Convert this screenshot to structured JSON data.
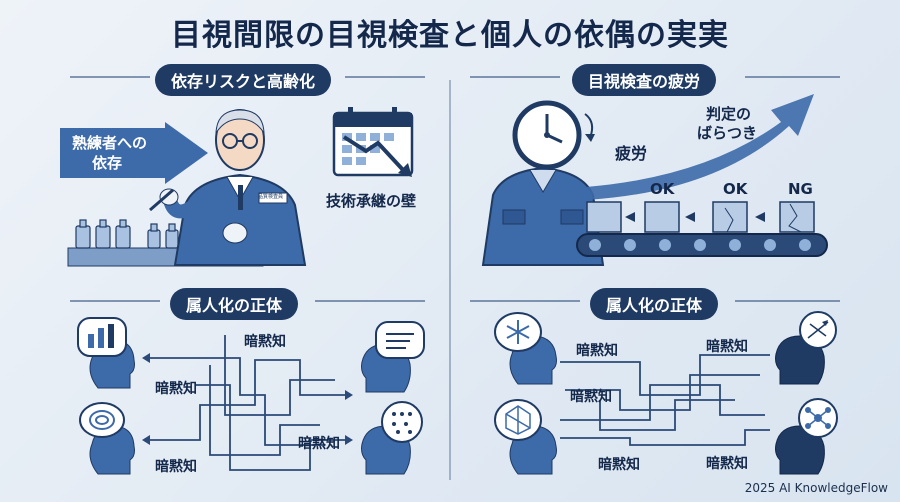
{
  "title": "目視間限の目視検査と個人の依偶の実実",
  "sections": {
    "top_left": "依存リスクと高齢化",
    "top_right": "目視検査の疲労",
    "bottom_left": "属人化の正体",
    "bottom_right": "属人化の正体"
  },
  "top_left": {
    "arrow_label_line1": "熟練者への",
    "arrow_label_line2": "依存",
    "badge_text": "品質検査員",
    "calendar_caption": "技術承継の壁"
  },
  "top_right": {
    "fatigue": "疲労",
    "variance_line1": "判定の",
    "variance_line2": "ばらつき",
    "results": [
      "OK",
      "OK",
      "NG"
    ]
  },
  "bottom_left": {
    "labels": [
      "暗黙知",
      "暗黙知",
      "暗黙知",
      "暗黙知"
    ]
  },
  "bottom_right": {
    "labels": [
      "暗黙知",
      "暗黙知",
      "暗黙知",
      "暗黙知"
    ]
  },
  "footer": "2025 AI KnowledgeFlow",
  "colors": {
    "navy": "#1f3a63",
    "blue": "#3d6aa8",
    "light_blue": "#8fb0d8",
    "background": "#e6eef6"
  }
}
